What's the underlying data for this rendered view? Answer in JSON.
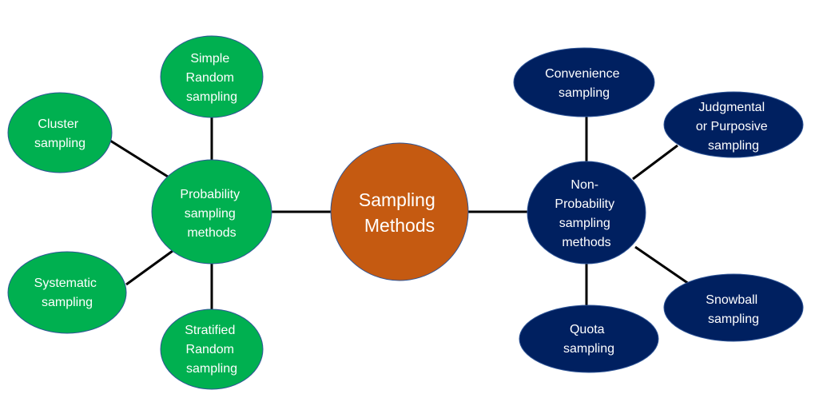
{
  "colors": {
    "center_fill": "#C55A11",
    "center_stroke": "#2F5597",
    "probability_fill": "#00B050",
    "probability_stroke": "#2F5597",
    "non_probability_fill": "#002060",
    "non_probability_stroke": "#2F5597",
    "connector": "#000000",
    "text_light": "#FFFFFF"
  },
  "center": {
    "label_lines": [
      "Sampling",
      "Methods"
    ]
  },
  "probability": {
    "hub": {
      "label_lines": [
        "Probability",
        "sampling",
        "methods"
      ]
    },
    "children": [
      {
        "id": "simple-random",
        "label_lines": [
          "Simple",
          "Random",
          "sampling"
        ]
      },
      {
        "id": "cluster",
        "label_lines": [
          "Cluster",
          "sampling"
        ]
      },
      {
        "id": "systematic",
        "label_lines": [
          "Systematic",
          "sampling"
        ]
      },
      {
        "id": "stratified-random",
        "label_lines": [
          "Stratified",
          "Random",
          "sampling"
        ]
      }
    ]
  },
  "non_probability": {
    "hub": {
      "label_lines": [
        "Non-",
        "Probability",
        "sampling",
        "methods"
      ]
    },
    "children": [
      {
        "id": "convenience",
        "label_lines": [
          "Convenience",
          "sampling"
        ]
      },
      {
        "id": "judgmental-purposive",
        "label_lines": [
          "Judgmental",
          "or Purposive",
          "sampling"
        ]
      },
      {
        "id": "snowball",
        "label_lines": [
          "Snowball",
          "sampling"
        ]
      },
      {
        "id": "quota",
        "label_lines": [
          "Quota",
          "sampling"
        ]
      }
    ]
  }
}
